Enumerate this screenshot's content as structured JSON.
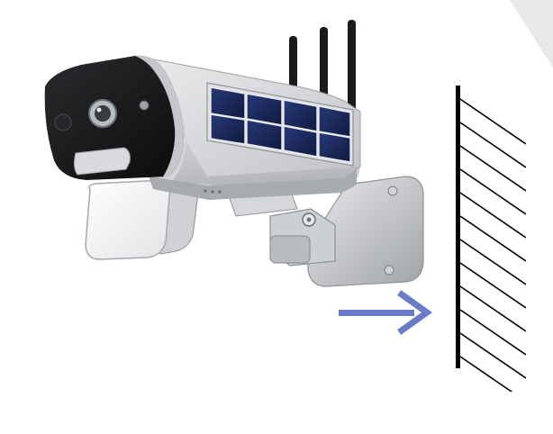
{
  "scene": {
    "subject": "solar-security-camera",
    "antenna_count": 3,
    "solar_panel_cells": 8,
    "has_wall_mount": true,
    "has_floodlight": true,
    "mount_direction_arrow": "right",
    "colors": {
      "background": "#ffffff",
      "camera_body_light": "#f2f2f3",
      "camera_body_mid": "#c9cbcf",
      "camera_body_dark": "#8e9197",
      "camera_face": "#151517",
      "solar_cell": "#1b2a57",
      "antenna": "#1b1b1b",
      "arrow": "#6a7cc8",
      "wall": "#000000",
      "corner_shade": "#e8e8e8"
    }
  }
}
